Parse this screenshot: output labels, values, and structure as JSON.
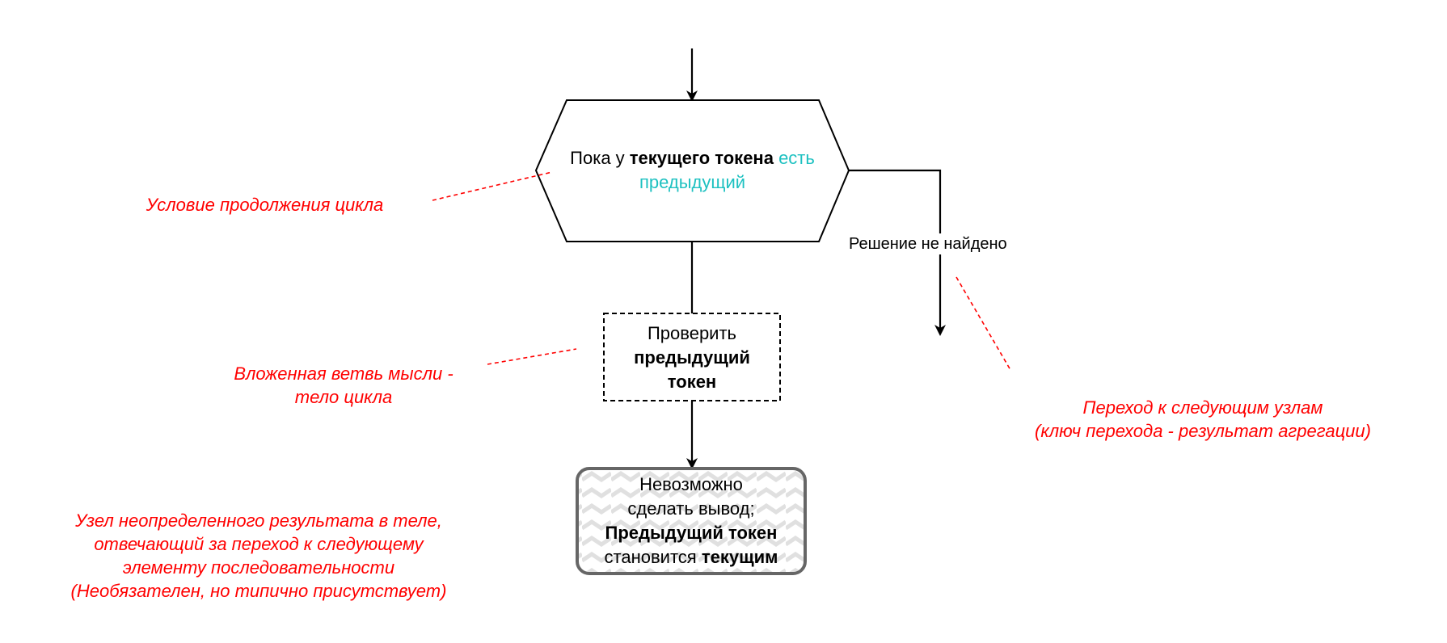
{
  "colors": {
    "stroke": "#000000",
    "accent_teal": "#1ec1c1",
    "annotation_red": "#ff0000",
    "gray_border": "#666666",
    "hatch_fill": "#e6e6e6"
  },
  "nodes": {
    "loop_condition": {
      "prefix": "Пока у ",
      "bold": "текущего токена",
      "teal_part1": " есть",
      "teal_part2": "предыдущий"
    },
    "check_node": {
      "line1": "Проверить",
      "line2_bold": "предыдущий",
      "line3_bold": "токен"
    },
    "undefined_result": {
      "line1": "Невозможно",
      "line2": "сделать вывод;",
      "line3_bold": "Предыдущий токен",
      "line4_prefix": "становится ",
      "line4_bold": "текущим"
    }
  },
  "edges": {
    "not_found_label": "Решение не найдено"
  },
  "annotations": {
    "loop_condition": "Условие продолжения цикла",
    "nested_branch_line1": "Вложенная ветвь мысли -",
    "nested_branch_line2": "тело цикла",
    "next_nodes_line1": "Переход к следующим узлам",
    "next_nodes_line2": "(ключ перехода - результат агрегации)",
    "undefined_node_line1": "Узел неопределенного результата в теле,",
    "undefined_node_line2": "отвечающий за переход к следующему",
    "undefined_node_line3": "элементу последовательности",
    "undefined_node_line4": "(Необязателен, но типично присутствует)"
  }
}
